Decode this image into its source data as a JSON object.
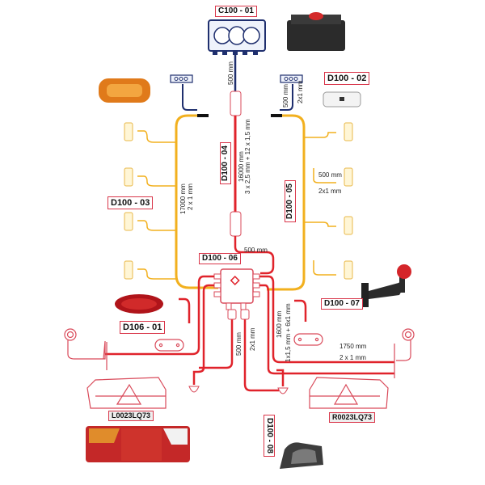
{
  "title": "Trailer wiring harness diagram",
  "colors": {
    "red_wire": "#e0232b",
    "yellow_wire": "#f2b01e",
    "navy_wire": "#1f2f6e",
    "label_border": "#d9364a",
    "outline_red": "#d94a5a"
  },
  "labels": {
    "c100_01": "C100 - 01",
    "d100_02": "D100 - 02",
    "d100_03": "D100 - 03",
    "d100_04": "D100 - 04",
    "d100_05": "D100 - 05",
    "d100_06": "D100 - 06",
    "d100_07": "D100 - 07",
    "d100_08": "D100 - 08",
    "d106_01": "D106 - 01",
    "l0023lq73": "L0023LQ73",
    "r0023lq73": "R0023LQ73"
  },
  "annotations": {
    "c100_lead": "500 mm",
    "d100_02_lead_len": "500 mm",
    "d100_02_lead_wire": "2x1 mm",
    "main_cable_len": "16000 mm",
    "main_cable_wire": "3 x 2,5 mm + 12 x 1,5 mm",
    "left_side_len": "17000 mm",
    "left_side_wire": "2 x 1 mm",
    "right_side_len": "500 mm",
    "right_side_wire": "2x1 mm",
    "junction_lead": "500 mm",
    "rear_center_len": "500 mm",
    "rear_center_wire": "2x1 mm",
    "rear_right_len": "1600 mm",
    "rear_right_wire": "1x1,5 mm + 6x1 mm",
    "outline_lamp_len": "1750 mm",
    "outline_lamp_wire": "2 x 1 mm"
  }
}
